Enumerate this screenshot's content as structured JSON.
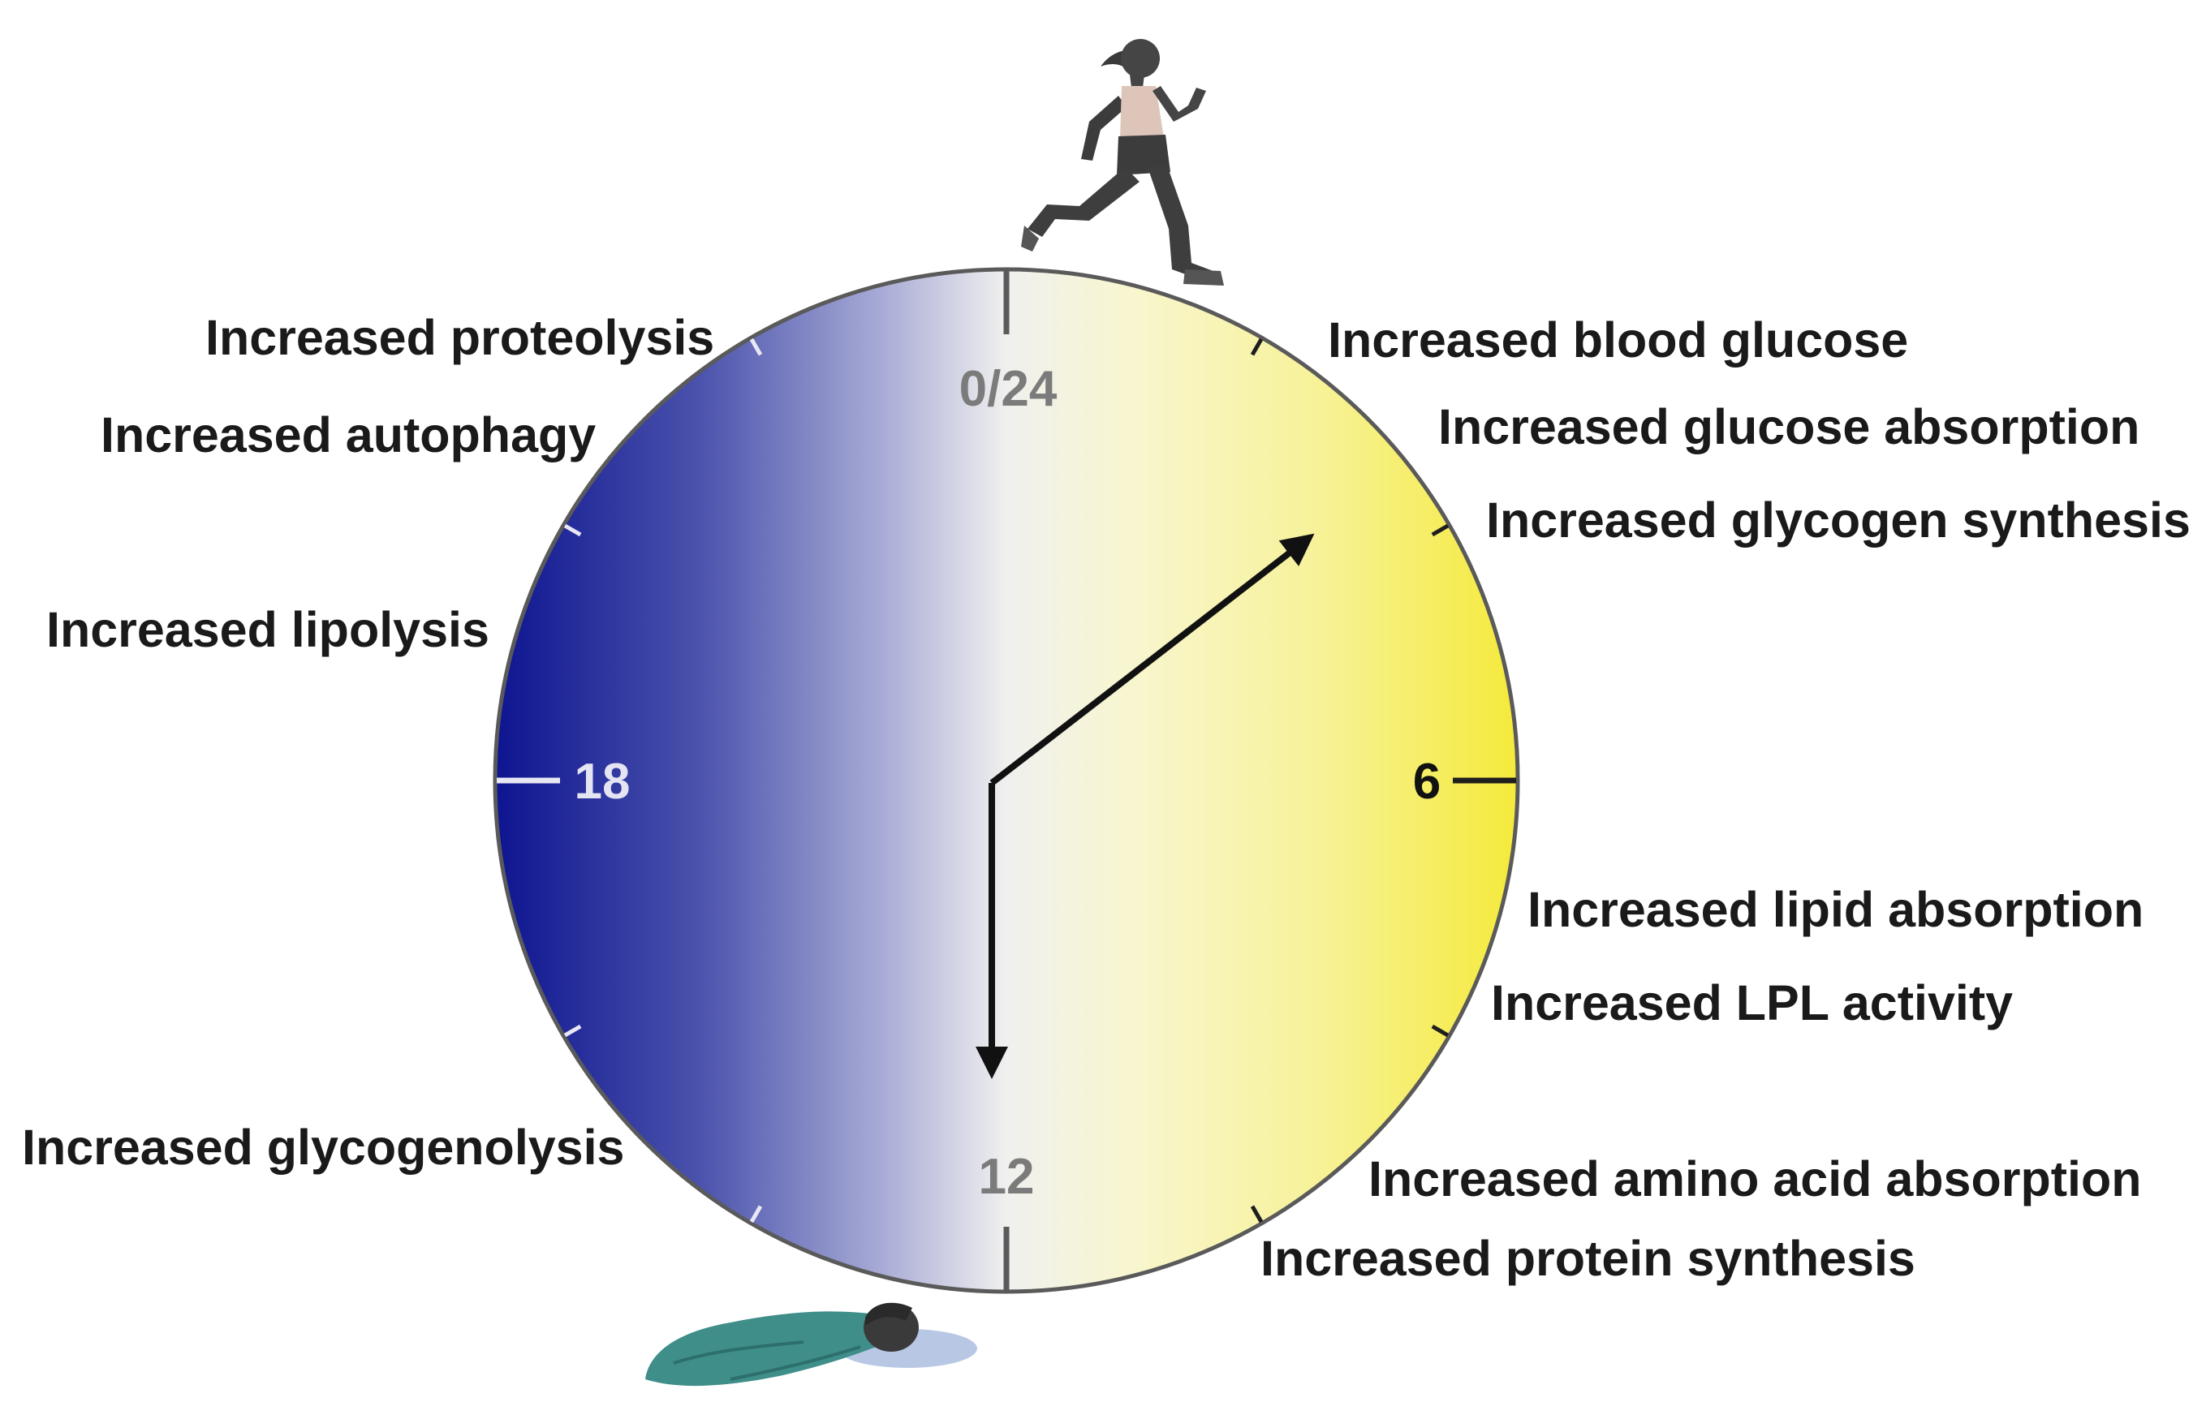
{
  "clock": {
    "hour_labels": {
      "top": "0/24",
      "right": "6",
      "bottom": "12",
      "left": "18"
    },
    "colors": {
      "night": "#0d1490",
      "mid": "#eeeeee",
      "day": "#f5ec44",
      "rim": "#5a5a5a",
      "hand": "#111111"
    }
  },
  "labels": {
    "proteolysis": "Increased proteolysis",
    "autophagy": "Increased autophagy",
    "lipolysis": "Increased lipolysis",
    "glycogenolysis": "Increased glycogenolysis",
    "blood_glucose": "Increased blood glucose",
    "glucose_absorption": "Increased glucose absorption",
    "glycogen_synthesis": "Increased glycogen synthesis",
    "lipid_absorption": "Increased lipid absorption",
    "lpl_activity": "Increased LPL activity",
    "amino_acid_absorption": "Increased amino acid absorption",
    "protein_synthesis": "Increased protein synthesis"
  },
  "icons": {
    "top": "running-woman-icon",
    "bottom": "sleeping-person-icon"
  }
}
